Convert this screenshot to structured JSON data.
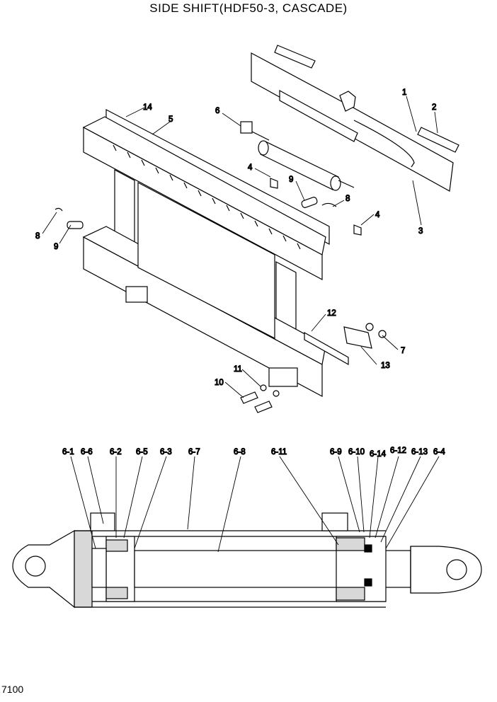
{
  "title": "SIDE SHIFT(HDF50-3, CASCADE)",
  "page_number": "7100",
  "upper_callouts": {
    "c1": "1",
    "c2": "2",
    "c3": "3",
    "c4a": "4",
    "c4b": "4",
    "c5": "5",
    "c6": "6",
    "c7": "7",
    "c8a": "8",
    "c8b": "8",
    "c9a": "9",
    "c9b": "9",
    "c10": "10",
    "c11": "11",
    "c12": "12",
    "c13": "13",
    "c14": "14"
  },
  "cylinder_callouts": {
    "p1": "6-1",
    "p6": "6-6",
    "p2": "6-2",
    "p5": "6-5",
    "p3": "6-3",
    "p7": "6-7",
    "p8": "6-8",
    "p11": "6-11",
    "p9": "6-9",
    "p10": "6-10",
    "p14": "6-14",
    "p12": "6-12",
    "p13": "6-13",
    "p4": "6-4"
  }
}
